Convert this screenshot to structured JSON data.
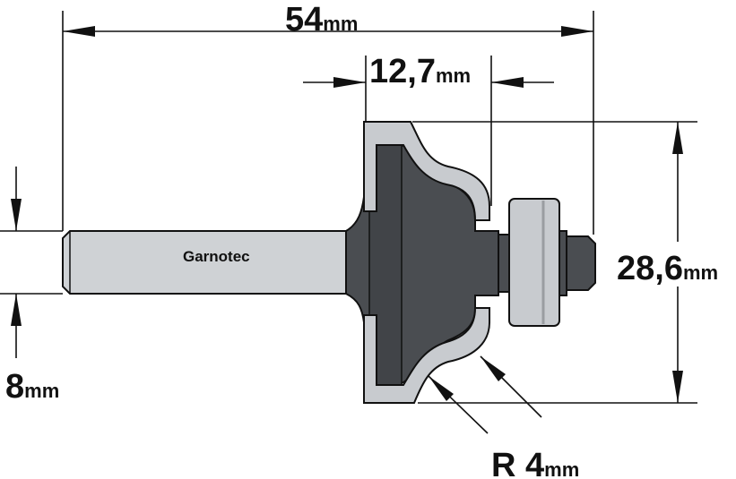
{
  "brand_label": "Garnotec",
  "dimensions": {
    "overall_length": {
      "value": "54",
      "unit": "mm"
    },
    "cutting_length": {
      "value": "12,7",
      "unit": "mm"
    },
    "cutting_diameter": {
      "value": "28,6",
      "unit": "mm"
    },
    "shank_diameter": {
      "value": "8",
      "unit": "mm"
    },
    "radius": {
      "prefix": "R ",
      "value": "4",
      "unit": "mm"
    }
  },
  "colors": {
    "body": "#4a4d51",
    "shank": "#cfd2d5",
    "carbide": "#c8cbcf",
    "bearing": "#c8cbcf",
    "outline": "#111111"
  }
}
